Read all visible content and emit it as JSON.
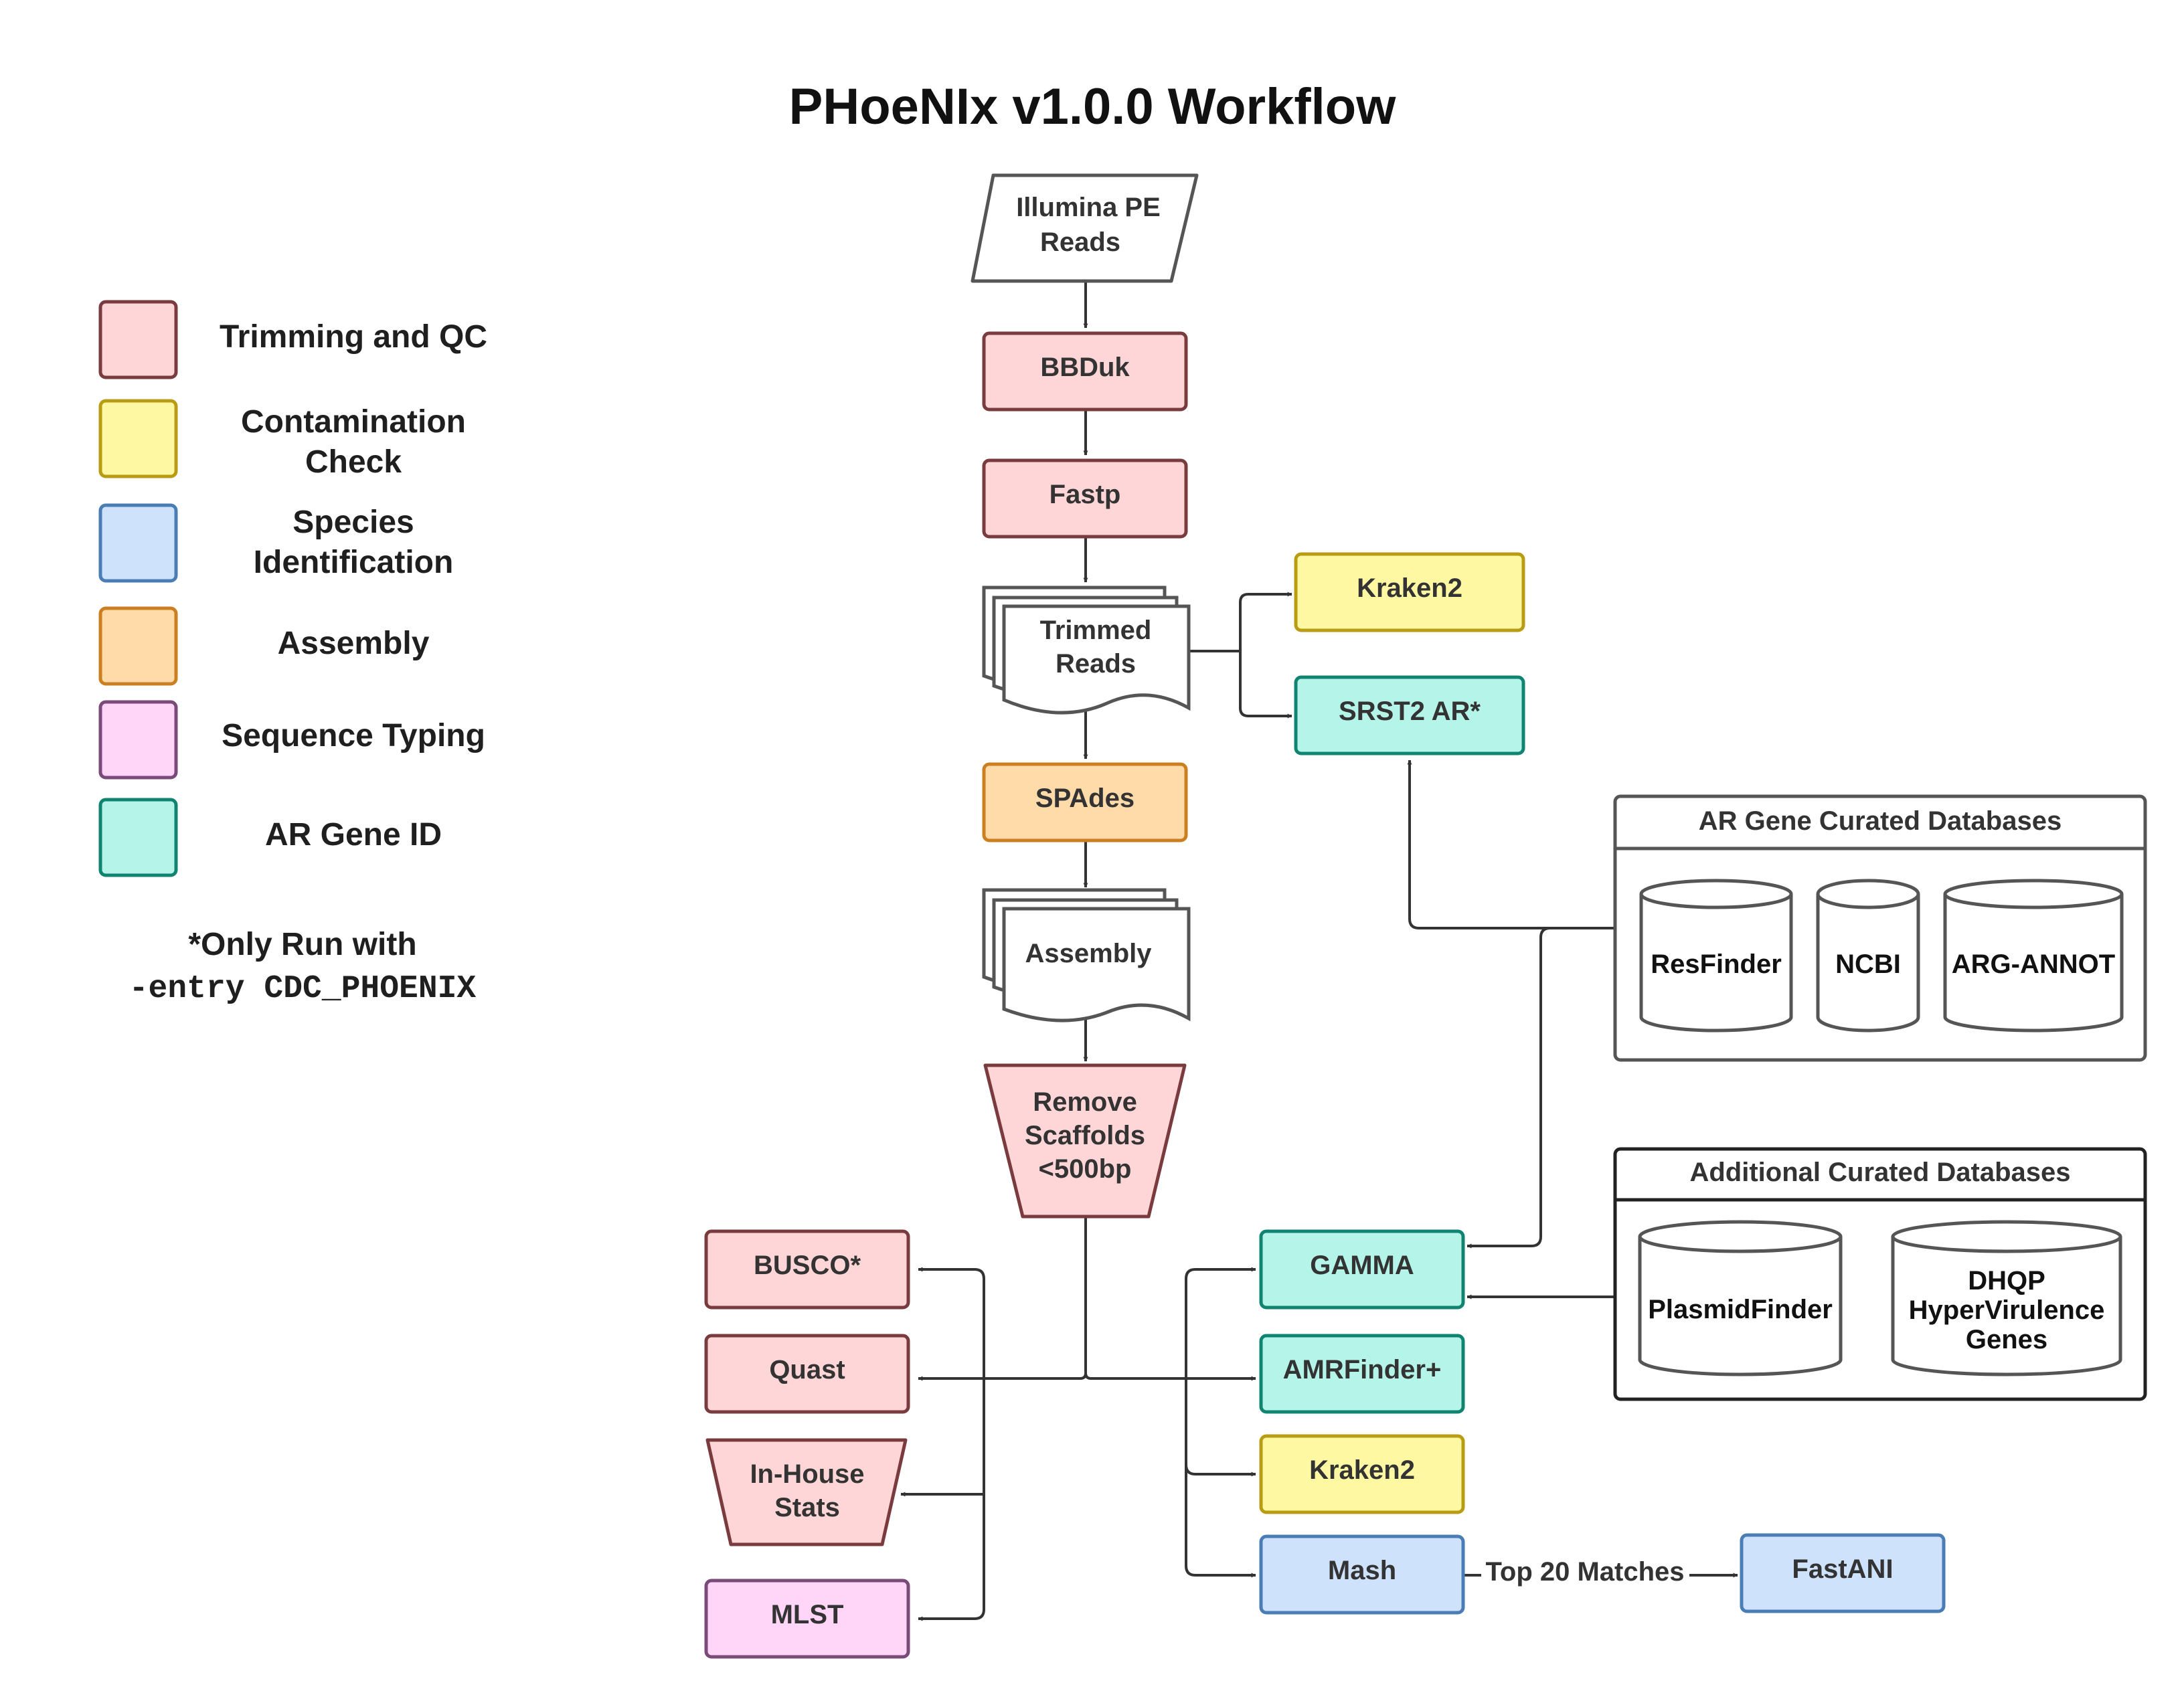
{
  "title": "PHoeNIx v1.0.0 Workflow",
  "colors": {
    "trim_fill": "#ffd6d8",
    "trim_stroke": "#7a3b3f",
    "contam_fill": "#fff8a3",
    "contam_stroke": "#b89c14",
    "species_fill": "#cfe2fb",
    "species_stroke": "#4a7db5",
    "assembly_fill": "#ffdbaa",
    "assembly_stroke": "#cc7f20",
    "seqtype_fill": "#ffd6f7",
    "seqtype_stroke": "#7a4a78",
    "argene_fill": "#b5f4e9",
    "argene_stroke": "#108470"
  },
  "legend": [
    {
      "label_lines": [
        "Trimming and QC"
      ],
      "category": "trim"
    },
    {
      "label_lines": [
        "Contamination",
        "Check"
      ],
      "category": "contam"
    },
    {
      "label_lines": [
        "Species",
        "Identification"
      ],
      "category": "species"
    },
    {
      "label_lines": [
        "Assembly"
      ],
      "category": "assembly"
    },
    {
      "label_lines": [
        "Sequence Typing"
      ],
      "category": "seqtype"
    },
    {
      "label_lines": [
        "AR Gene ID"
      ],
      "category": "argene"
    }
  ],
  "note": {
    "line1": "*Only Run with",
    "line2": "-entry CDC_PHOENIX"
  },
  "nodes": {
    "reads": {
      "lines": [
        "Illumina PE",
        "Reads"
      ]
    },
    "bbduk": {
      "lines": [
        "BBDuk"
      ],
      "category": "trim"
    },
    "fastp": {
      "lines": [
        "Fastp"
      ],
      "category": "trim"
    },
    "trimmed": {
      "lines": [
        "Trimmed",
        "Reads"
      ]
    },
    "kraken2_top": {
      "lines": [
        "Kraken2"
      ],
      "category": "contam"
    },
    "srst2": {
      "lines": [
        "SRST2 AR*"
      ],
      "category": "argene"
    },
    "spades": {
      "lines": [
        "SPAdes"
      ],
      "category": "assembly"
    },
    "assembly": {
      "lines": [
        "Assembly"
      ]
    },
    "remove": {
      "lines": [
        "Remove",
        "Scaffolds",
        "<500bp"
      ],
      "category": "trim"
    },
    "busco": {
      "lines": [
        "BUSCO*"
      ],
      "category": "trim"
    },
    "quast": {
      "lines": [
        "Quast"
      ],
      "category": "trim"
    },
    "inhouse": {
      "lines": [
        "In-House",
        "Stats"
      ],
      "category": "trim"
    },
    "mlst": {
      "lines": [
        "MLST"
      ],
      "category": "seqtype"
    },
    "gamma": {
      "lines": [
        "GAMMA"
      ],
      "category": "argene"
    },
    "amrfinder": {
      "lines": [
        "AMRFinder+"
      ],
      "category": "argene"
    },
    "kraken2_bottom": {
      "lines": [
        "Kraken2"
      ],
      "category": "contam"
    },
    "mash": {
      "lines": [
        "Mash"
      ],
      "category": "species"
    },
    "fastani": {
      "lines": [
        "FastANI"
      ],
      "category": "species"
    }
  },
  "edge_label": "Top 20 Matches",
  "ar_db": {
    "title": "AR Gene Curated Databases",
    "items": [
      "ResFinder",
      "NCBI",
      "ARG-ANNOT"
    ]
  },
  "add_db": {
    "title": "Additional Curated Databases",
    "items": [
      {
        "lines": [
          "PlasmidFinder"
        ]
      },
      {
        "lines": [
          "DHQP",
          "HyperVirulence",
          "Genes"
        ]
      }
    ]
  }
}
